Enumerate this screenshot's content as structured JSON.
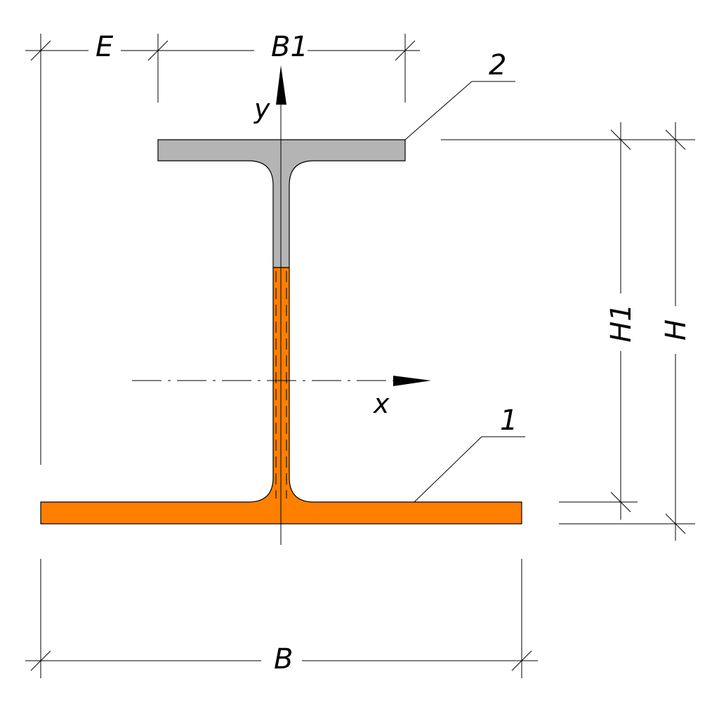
{
  "dimensions": {
    "E": "E",
    "B1": "B1",
    "B": "B",
    "H1": "H1",
    "H": "H"
  },
  "axes": {
    "x": "x",
    "y": "y"
  },
  "callouts": {
    "part1": "1",
    "part2": "2"
  },
  "colors": {
    "part1_fill": "#FF7F00",
    "part2_fill": "#B4B4B4",
    "arrow_fill": "#000000"
  }
}
